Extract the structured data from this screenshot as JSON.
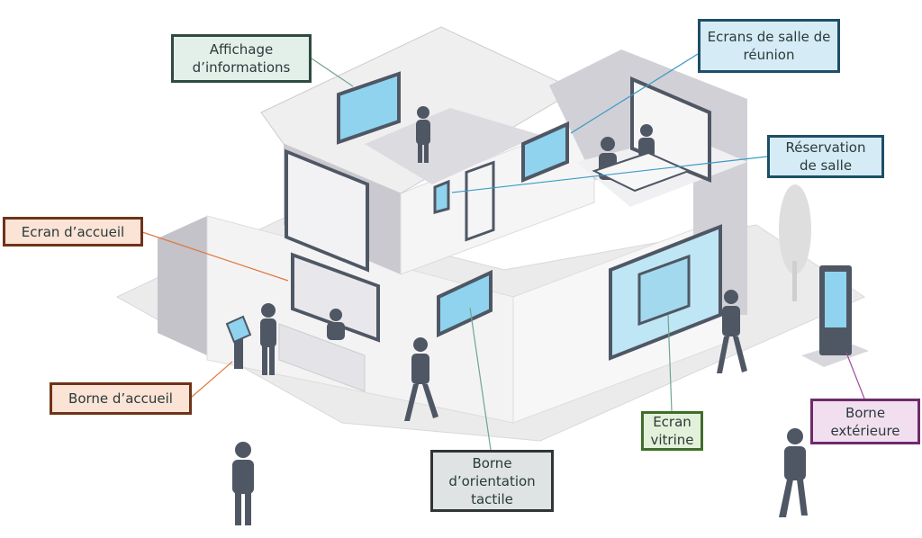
{
  "labels": {
    "affichage": "Affichage d’informations",
    "ecrans_reunion": "Ecrans de salle de réunion",
    "reservation": "Réservation de salle",
    "ecran_accueil": "Ecran d’accueil",
    "borne_accueil": "Borne d’accueil",
    "borne_orientation": "Borne d’orientation tactile",
    "ecran_vitrine": "Ecran vitrine",
    "borne_exterieure": "Borne extérieure"
  },
  "colors": {
    "screen": "#8fd3ee",
    "wall": "#c9c9cf",
    "person": "#4f5764"
  }
}
